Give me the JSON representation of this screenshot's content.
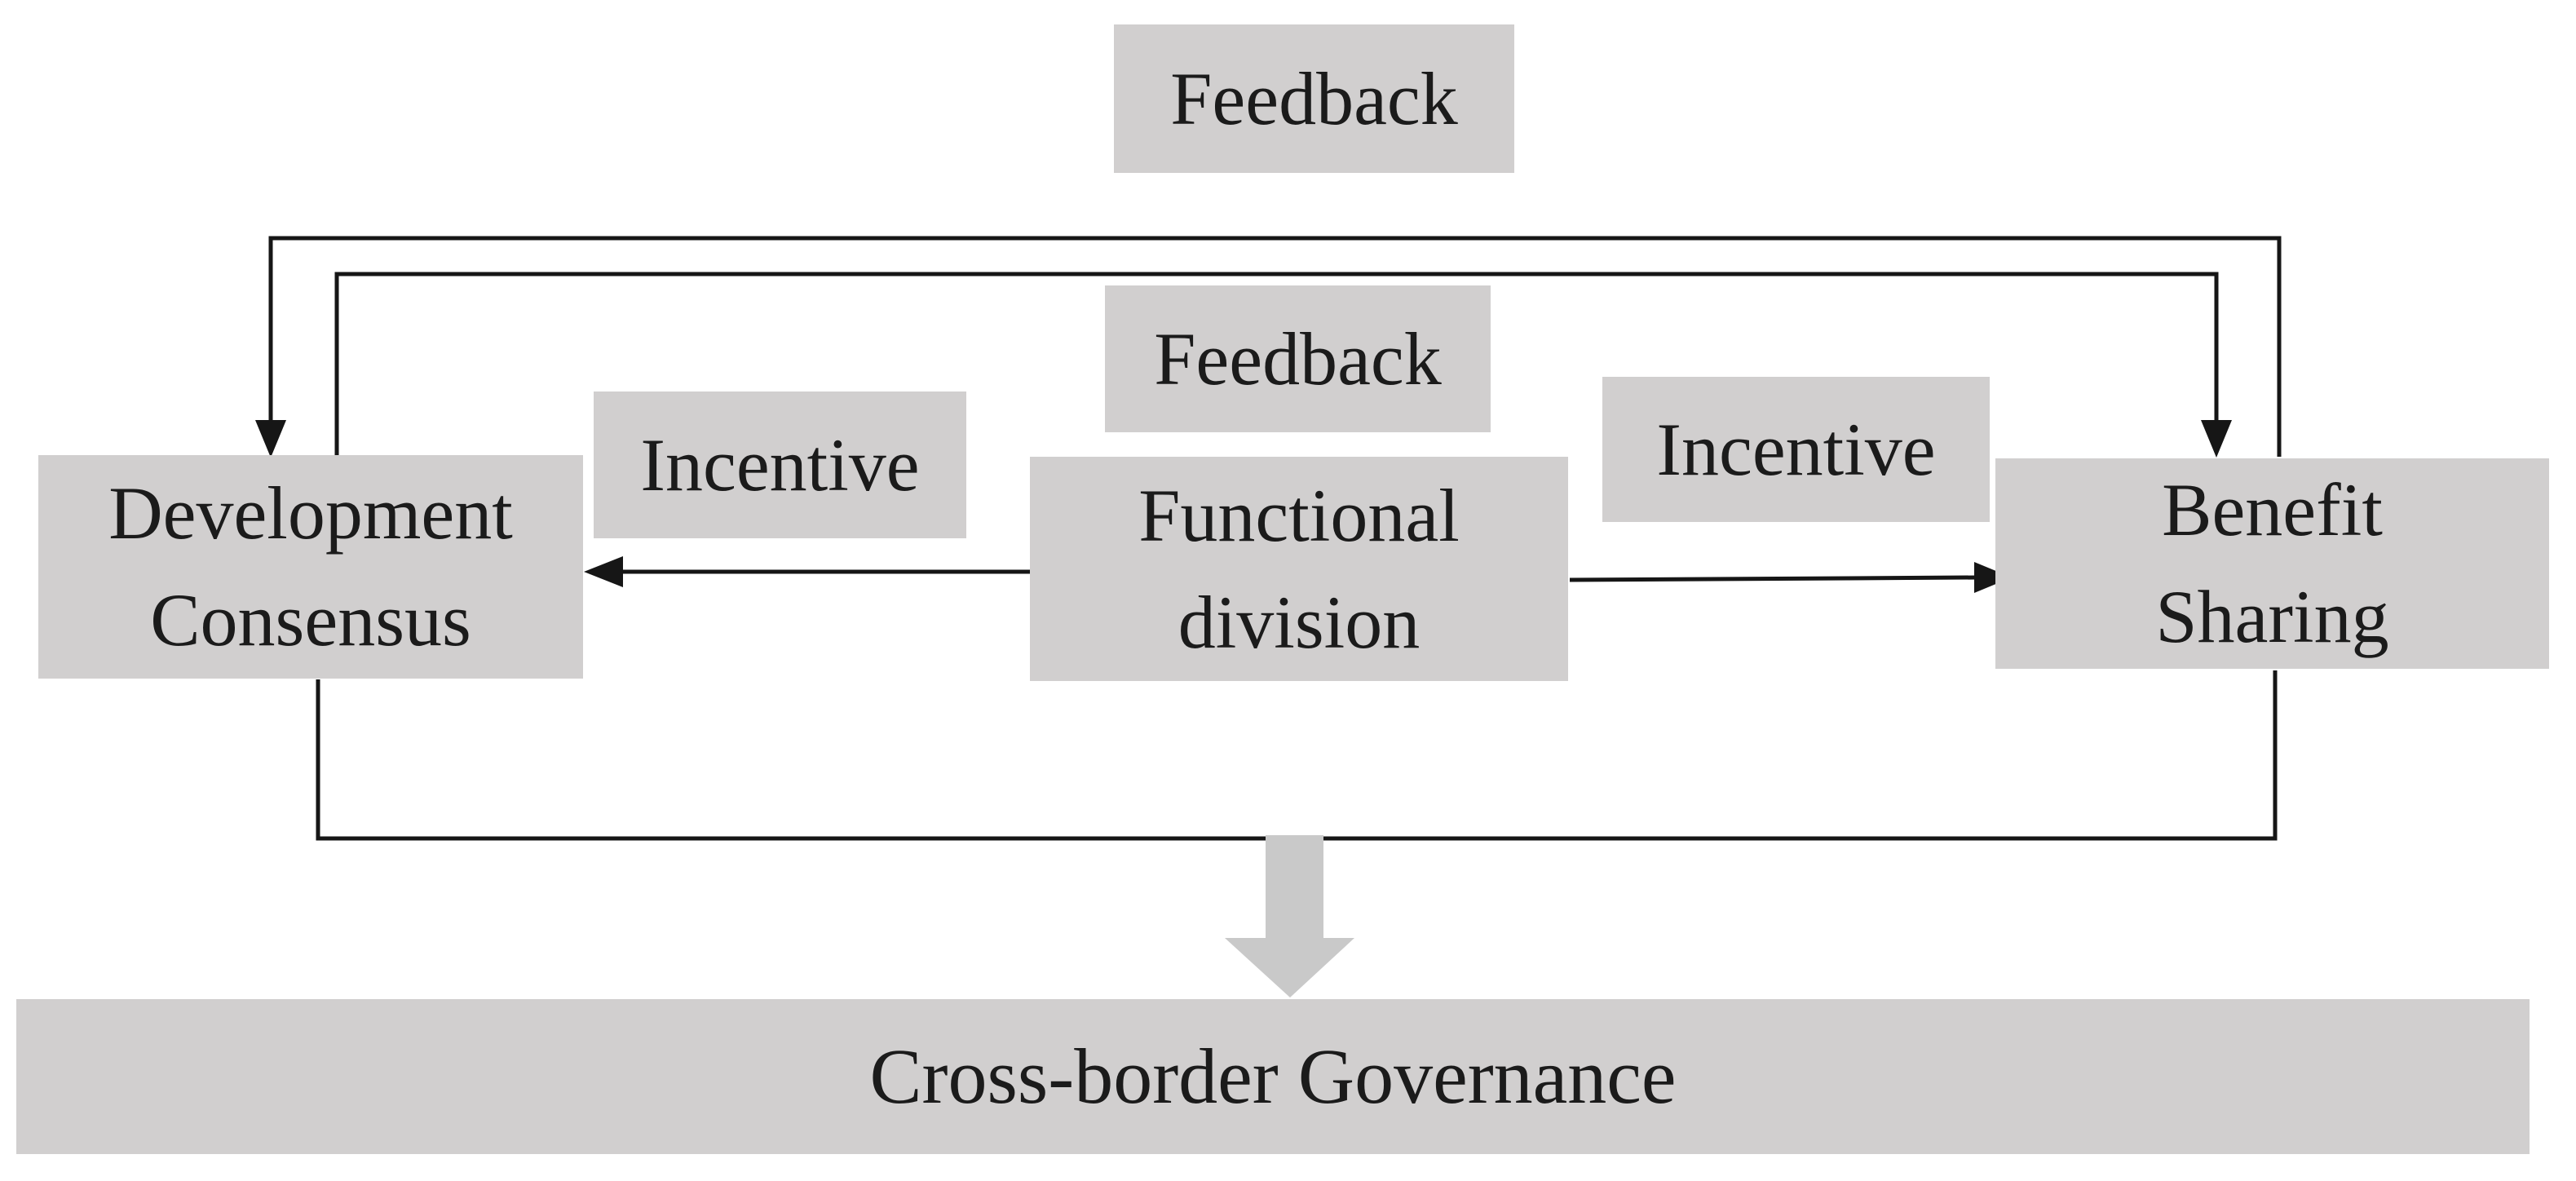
{
  "nodes": {
    "feedback_top": {
      "label": "Feedback"
    },
    "feedback_mid": {
      "label": "Feedback"
    },
    "incentive_left": {
      "label": "Incentive"
    },
    "incentive_right": {
      "label": "Incentive"
    },
    "development_consensus": {
      "line1": "Development",
      "line2": "Consensus"
    },
    "functional_division": {
      "line1": "Functional",
      "line2": "division"
    },
    "benefit_sharing": {
      "line1": "Benefit",
      "line2": "Sharing"
    },
    "governance": {
      "label": "Cross-border Governance"
    }
  },
  "colors": {
    "background": "#ffffff",
    "box_fill": "#d1cfcf",
    "big_arrow_fill": "#c9c9c9",
    "line_color": "#161616",
    "text_color": "#1b1b1b"
  }
}
